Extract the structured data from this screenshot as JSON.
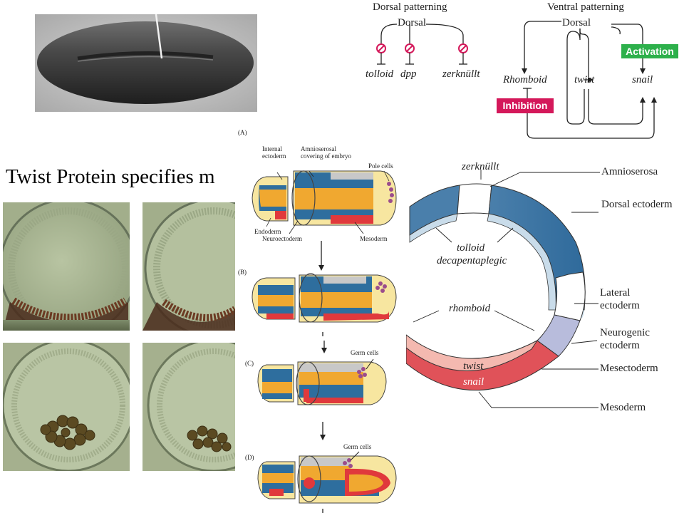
{
  "slide_title": "Twist Protein specifies m",
  "regulation_diagram": {
    "dorsal_panel_title": "Dorsal patterning",
    "dorsal_node": "Dorsal",
    "dorsal_targets": [
      "tolloid",
      "dpp",
      "zerknüllt"
    ],
    "ventral_panel_title": "Ventral patterning",
    "ventral_node": "Dorsal",
    "ventral_targets": [
      "Rhomboid",
      "twist",
      "snail"
    ],
    "activation_label": "Activation",
    "inhibition_label": "Inhibition",
    "activation_color": "#2db04b",
    "inhibition_color": "#d4185a",
    "inhibitor_symbol_color": "#d4185a"
  },
  "embryo_stages": {
    "stage_labels": [
      "(A)",
      "(B)",
      "(C)",
      "(D)"
    ],
    "tissue_labels": {
      "internal_ectoderm": "Internal ectoderm",
      "amnioserosal": "Amnioserosal covering of embryo",
      "pole_cells": "Pole cells",
      "endoderm": "Endoderm",
      "neuroectoderm": "Neuroectoderm",
      "mesoderm": "Mesoderm",
      "germ_cells_c": "Germ cells",
      "germ_cells_d": "Germ cells"
    },
    "colors": {
      "ectoderm_blue": "#2e6e9e",
      "yolk_orange": "#f0a830",
      "pale_yellow": "#f7e6a0",
      "mesoderm_red": "#e0393c",
      "grey": "#c8c8c8",
      "pole_purple": "#9b4d8c"
    }
  },
  "cross_section": {
    "gene_labels": [
      "zerknüllt",
      "tolloid",
      "decapentaplegic",
      "rhomboid",
      "twist",
      "snail"
    ],
    "tissue_labels": [
      "Amnioserosa",
      "Dorsal ectoderm",
      "Lateral ectoderm",
      "Neurogenic ectoderm",
      "Mesectoderm",
      "Mesoderm"
    ],
    "colors": {
      "dorsal_ectoderm": "#4a7fab",
      "lateral_ectoderm": "#c9dcea",
      "neurogenic": "#b8bcdc",
      "twist": "#f4b9b0",
      "snail": "#e05259"
    }
  }
}
